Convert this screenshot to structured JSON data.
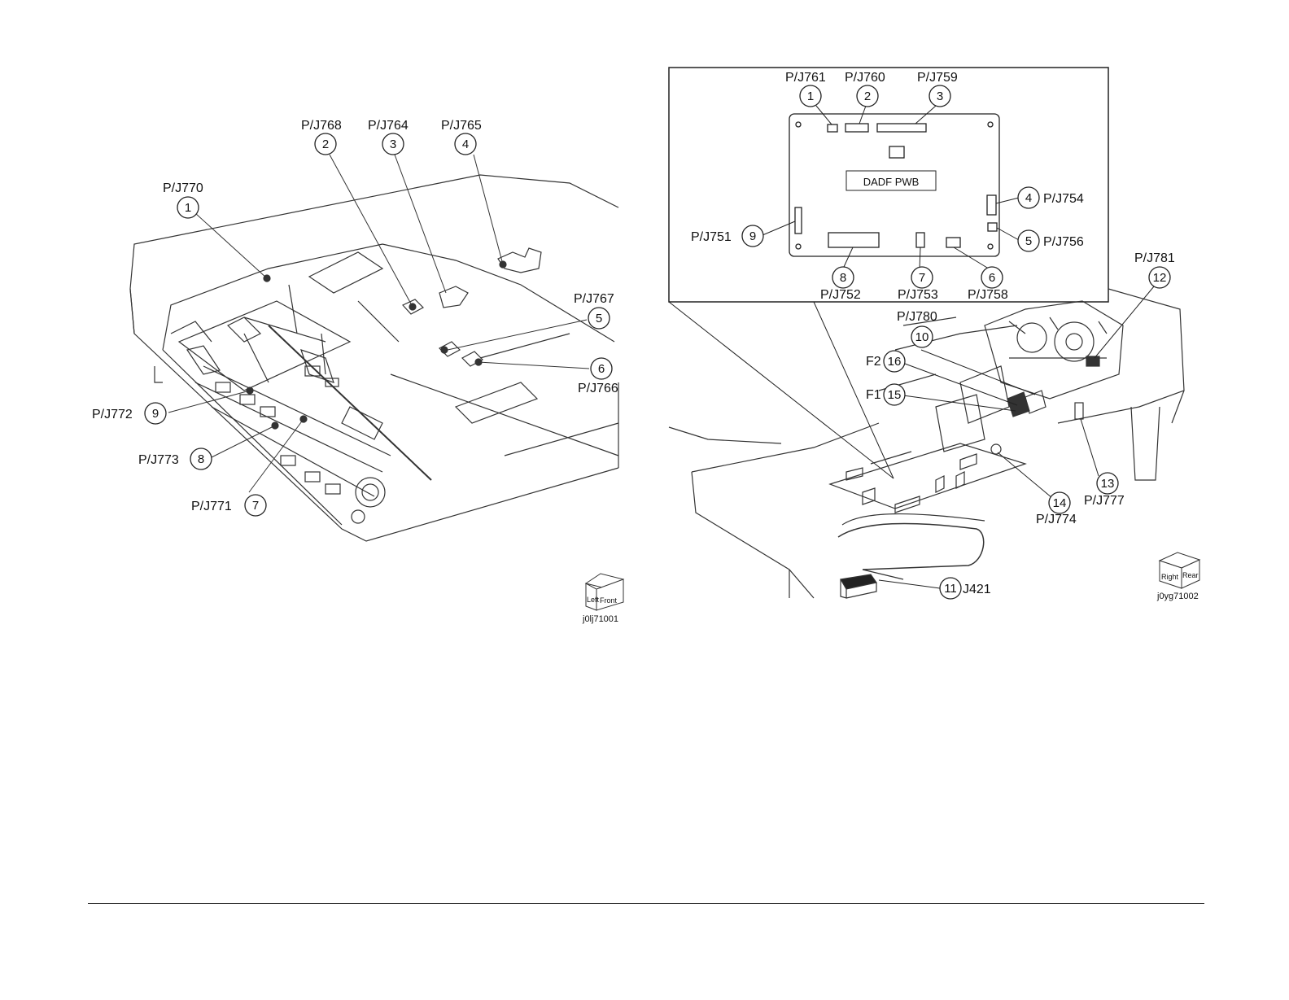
{
  "left_diagram": {
    "id_code": "j0lj71001",
    "orientation_cube": {
      "left": "Left",
      "front": "Front"
    },
    "callouts": [
      {
        "num": "1",
        "label": "P/J770"
      },
      {
        "num": "2",
        "label": "P/J768"
      },
      {
        "num": "3",
        "label": "P/J764"
      },
      {
        "num": "4",
        "label": "P/J765"
      },
      {
        "num": "5",
        "label": "P/J767"
      },
      {
        "num": "6",
        "label": "P/J766"
      },
      {
        "num": "7",
        "label": "P/J771"
      },
      {
        "num": "8",
        "label": "P/J773"
      },
      {
        "num": "9",
        "label": "P/J772"
      }
    ]
  },
  "right_diagram": {
    "id_code": "j0yg71002",
    "orientation_cube": {
      "left": "Right",
      "front": "Rear"
    },
    "pwb_label": "DADF PWB",
    "inset_callouts": [
      {
        "num": "1",
        "label": "P/J761"
      },
      {
        "num": "2",
        "label": "P/J760"
      },
      {
        "num": "3",
        "label": "P/J759"
      },
      {
        "num": "4",
        "label": "P/J754"
      },
      {
        "num": "5",
        "label": "P/J756"
      },
      {
        "num": "6",
        "label": "P/J758"
      },
      {
        "num": "7",
        "label": "P/J753"
      },
      {
        "num": "8",
        "label": "P/J752"
      },
      {
        "num": "9",
        "label": "P/J751"
      }
    ],
    "callouts": [
      {
        "num": "10",
        "label": "P/J780"
      },
      {
        "num": "11",
        "label": "J421"
      },
      {
        "num": "12",
        "label": "P/J781"
      },
      {
        "num": "13",
        "label": "P/J777"
      },
      {
        "num": "14",
        "label": "P/J774"
      },
      {
        "num": "15",
        "label": "F1"
      },
      {
        "num": "16",
        "label": "F2"
      }
    ]
  }
}
